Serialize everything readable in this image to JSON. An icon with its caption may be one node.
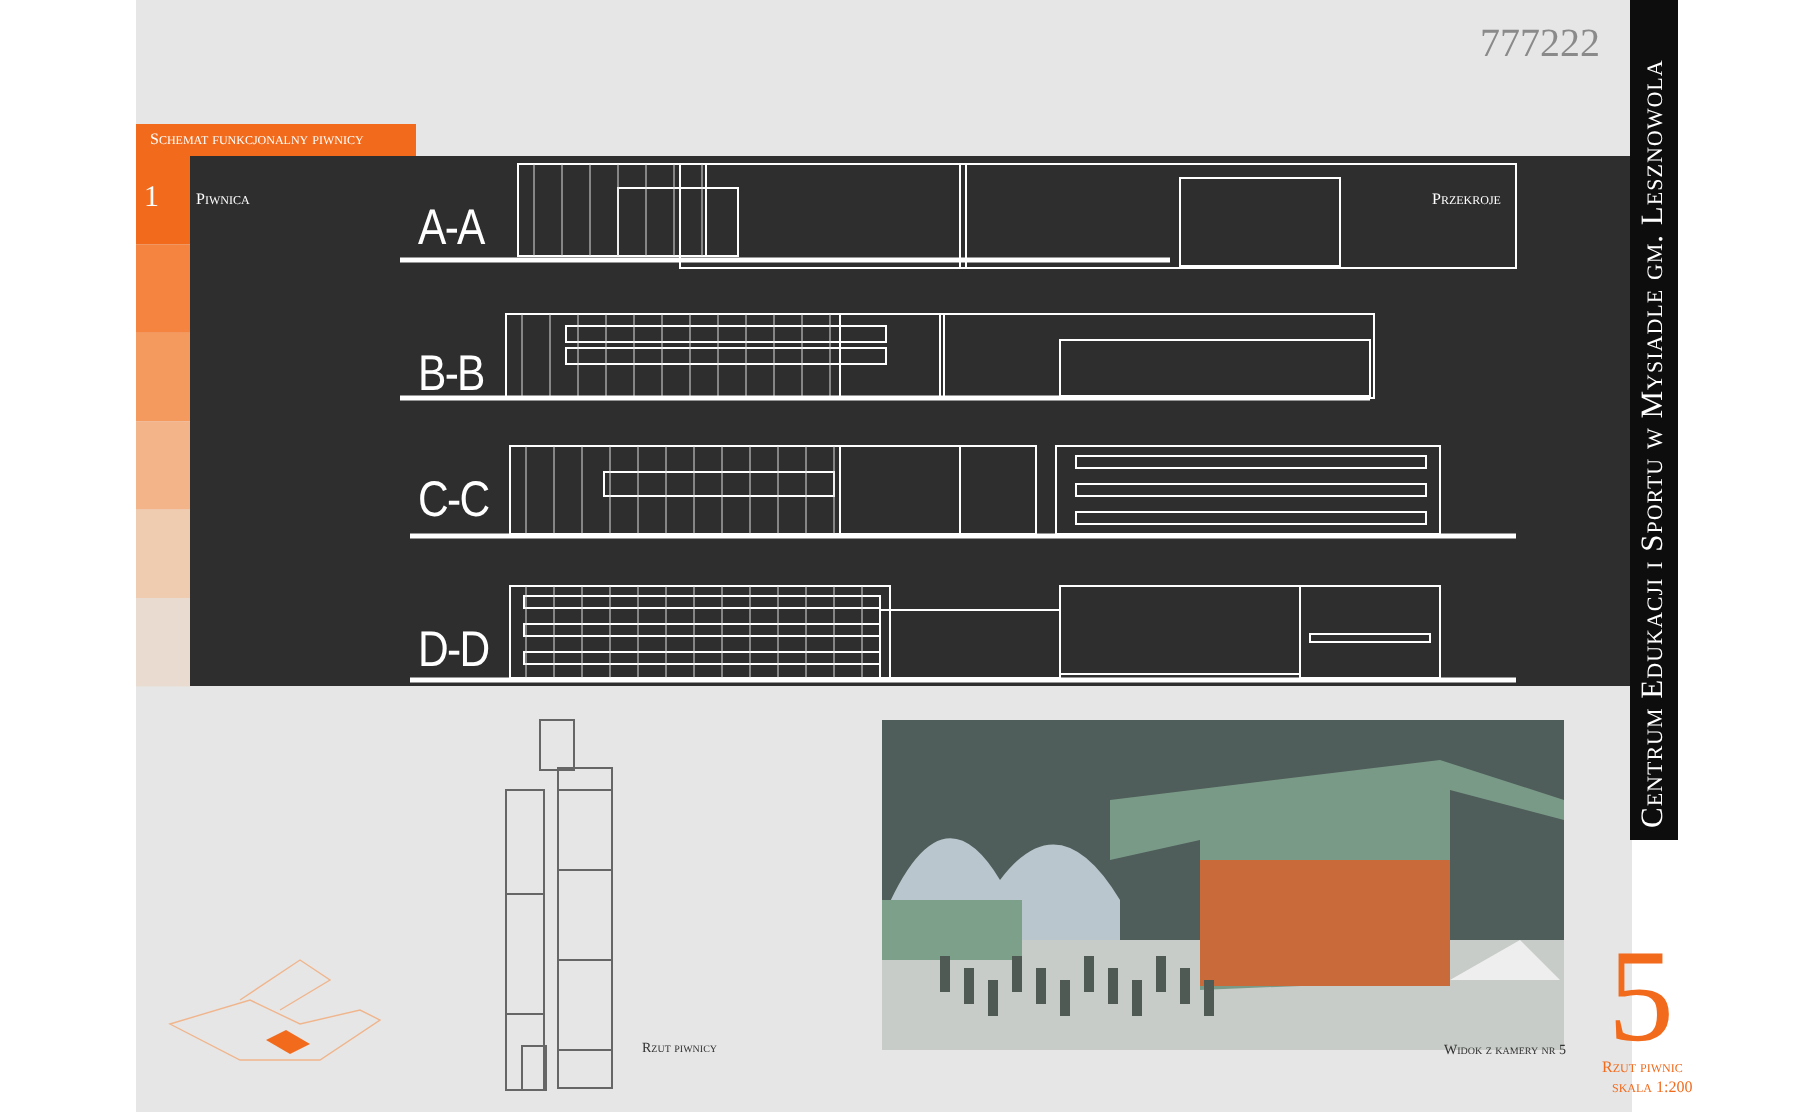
{
  "diagram": {
    "title": "Centrum Edukacji i Sportu w Mysiadle gm. Lesznowola",
    "labels": [
      "777222",
      "Schemat funkcjonalny piwnicy",
      "1",
      "Piwnica",
      "Przekroje",
      "A-A",
      "B-B",
      "C-C",
      "D-D",
      "Rzut piwnicy",
      "Widok z kamery nr 5",
      "5",
      "Rzut piwnic",
      "skala 1:200"
    ]
  }
}
